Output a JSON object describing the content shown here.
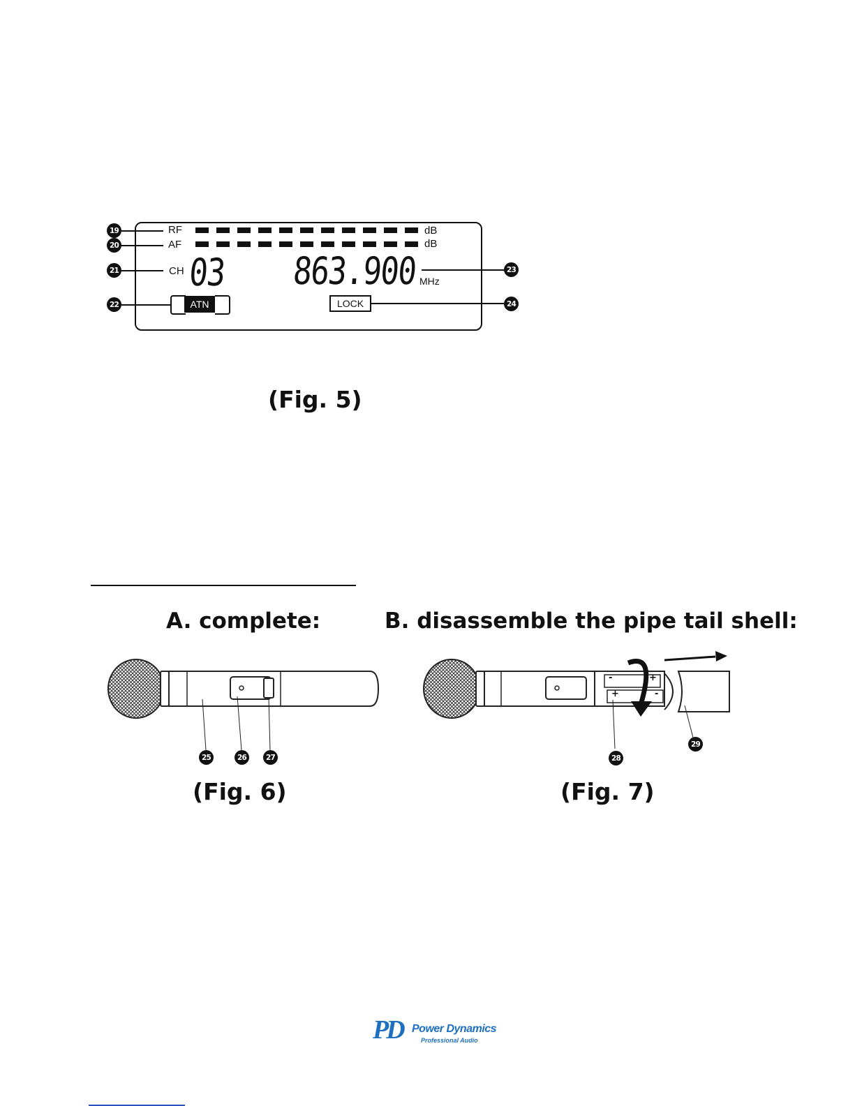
{
  "fig5": {
    "callouts": [
      "19",
      "20",
      "21",
      "22",
      "23",
      "24"
    ],
    "rf_label": "RF",
    "af_label": "AF",
    "db_unit": "dB",
    "rf_segments": 11,
    "af_segments": 11,
    "ch_label": "CH",
    "channel": "03",
    "frequency": "863.900",
    "freq_unit": "MHz",
    "atn_label": "ATN",
    "lock_label": "LOCK",
    "caption": "(Fig. 5)"
  },
  "section": {
    "title_a": "A. complete:",
    "title_b": "B. disassemble the pipe tail shell:"
  },
  "fig6": {
    "callouts": [
      "25",
      "26",
      "27"
    ],
    "caption": "(Fig. 6)"
  },
  "fig7": {
    "callouts": [
      "28",
      "29"
    ],
    "caption": "(Fig. 7)",
    "battery_top": [
      "-",
      "+"
    ],
    "battery_bottom": [
      "+",
      "-"
    ]
  },
  "logo": {
    "mark": "PD",
    "line1": "Power Dynamics",
    "line2": "Professional Audio",
    "colors": {
      "brand": "#1f6fbf"
    }
  }
}
